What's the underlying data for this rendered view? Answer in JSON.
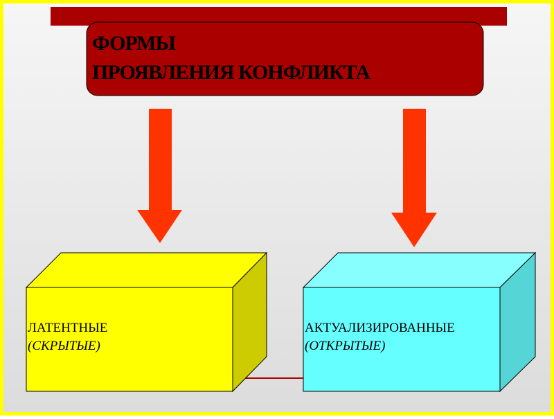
{
  "title": {
    "line1": "ФОРМЫ",
    "line2": "ПРОЯВЛЕНИЯ КОНФЛИКТА"
  },
  "boxes": [
    {
      "line1": "ЛАТЕНТНЫЕ",
      "line2": "(СКРЫТЫЕ)"
    },
    {
      "line1": "АКТУАЛИЗИРОВАННЫЕ",
      "line2": "(ОТКРЫТЫЕ)"
    }
  ],
  "colors": {
    "border": "#ffff00",
    "title_bg": "#aa0000",
    "arrow": "#ff3300",
    "box_left": "#ffff00",
    "box_right": "#66ffff"
  }
}
